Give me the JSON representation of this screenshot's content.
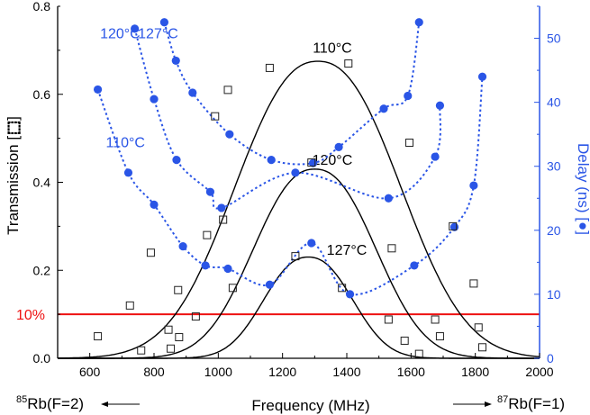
{
  "colors": {
    "left_axis": "#000000",
    "right_axis": "#2a55e6",
    "threshold": "#ee1111",
    "transmission_curve": "#000000",
    "delay_series": "#2a55e6"
  },
  "labels": {
    "xlabel": "Frequency (MHz)",
    "ylabel_left": "Transmission [",
    "ylabel_left_close": "]",
    "ylabel_right": "Delay (ns) [",
    "ylabel_right_close": "]",
    "threshold": "10%",
    "rb85_sup": "85",
    "rb85_text": "Rb(F=2)",
    "rb87_sup": "87",
    "rb87_text": "Rb(F=1)"
  },
  "chart_data": {
    "type": "scatter",
    "xlabel": "Frequency (MHz)",
    "ylabel": "Transmission",
    "y2label": "Delay (ns)",
    "xlim": [
      500,
      2000
    ],
    "ylim": [
      0,
      0.8
    ],
    "y2lim": [
      0,
      55
    ],
    "x_ticks": [
      "600",
      "800",
      "1000",
      "1200",
      "1400",
      "1600",
      "1800",
      "2000"
    ],
    "y_ticks": [
      "0.0",
      "0.2",
      "0.4",
      "0.6",
      "0.8"
    ],
    "y2_ticks": [
      "0",
      "10",
      "20",
      "30",
      "40",
      "50"
    ],
    "threshold": {
      "label": "10%",
      "y": 0.1
    },
    "transmission_fits": [
      {
        "name": "110°C",
        "center": 1310,
        "peak": 0.675,
        "width": 335,
        "label_at": [
          1355,
          0.695
        ]
      },
      {
        "name": "120°C",
        "center": 1300,
        "peak": 0.43,
        "width": 248,
        "label_at": [
          1355,
          0.44
        ]
      },
      {
        "name": "127°C",
        "center": 1280,
        "peak": 0.23,
        "width": 180,
        "label_at": [
          1400,
          0.235
        ]
      }
    ],
    "transmission_points": [
      {
        "x": 625,
        "y": 0.05
      },
      {
        "x": 725,
        "y": 0.12
      },
      {
        "x": 760,
        "y": 0.018
      },
      {
        "x": 790,
        "y": 0.24
      },
      {
        "x": 845,
        "y": 0.065
      },
      {
        "x": 852,
        "y": 0.022
      },
      {
        "x": 875,
        "y": 0.155
      },
      {
        "x": 878,
        "y": 0.048
      },
      {
        "x": 930,
        "y": 0.095
      },
      {
        "x": 965,
        "y": 0.28
      },
      {
        "x": 990,
        "y": 0.55
      },
      {
        "x": 1015,
        "y": 0.315
      },
      {
        "x": 1030,
        "y": 0.61
      },
      {
        "x": 1045,
        "y": 0.16
      },
      {
        "x": 1160,
        "y": 0.66
      },
      {
        "x": 1240,
        "y": 0.232
      },
      {
        "x": 1290,
        "y": 0.445
      },
      {
        "x": 1385,
        "y": 0.16
      },
      {
        "x": 1405,
        "y": 0.67
      },
      {
        "x": 1530,
        "y": 0.088
      },
      {
        "x": 1540,
        "y": 0.25
      },
      {
        "x": 1580,
        "y": 0.04
      },
      {
        "x": 1595,
        "y": 0.49
      },
      {
        "x": 1625,
        "y": 0.01
      },
      {
        "x": 1675,
        "y": 0.088
      },
      {
        "x": 1690,
        "y": 0.05
      },
      {
        "x": 1730,
        "y": 0.3
      },
      {
        "x": 1795,
        "y": 0.17
      },
      {
        "x": 1810,
        "y": 0.07
      },
      {
        "x": 1822,
        "y": 0.025
      }
    ],
    "delay_series": [
      {
        "name": "110°C",
        "label_at": [
          650,
          33
        ],
        "x": [
          625,
          720,
          800,
          890,
          960,
          1030,
          1160,
          1290,
          1410,
          1610,
          1735,
          1795,
          1822
        ],
        "y": [
          42,
          29,
          24,
          17.5,
          14.5,
          14,
          11.5,
          18,
          10,
          14.5,
          20.5,
          27,
          44
        ]
      },
      {
        "name": "120°C",
        "label_at": [
          632,
          50
        ],
        "x": [
          740,
          800,
          870,
          975,
          1010,
          1240,
          1530,
          1675,
          1690
        ],
        "y": [
          51.5,
          40.5,
          31,
          26,
          23.5,
          29,
          25,
          31.5,
          39.5
        ]
      },
      {
        "name": "127°C",
        "label_at": [
          750,
          50
        ],
        "x": [
          832,
          868,
          920,
          1035,
          1165,
          1295,
          1375,
          1515,
          1590,
          1625
        ],
        "y": [
          52.5,
          46.5,
          41.5,
          35,
          31,
          30.5,
          33,
          39,
          41,
          52.5
        ]
      }
    ]
  }
}
